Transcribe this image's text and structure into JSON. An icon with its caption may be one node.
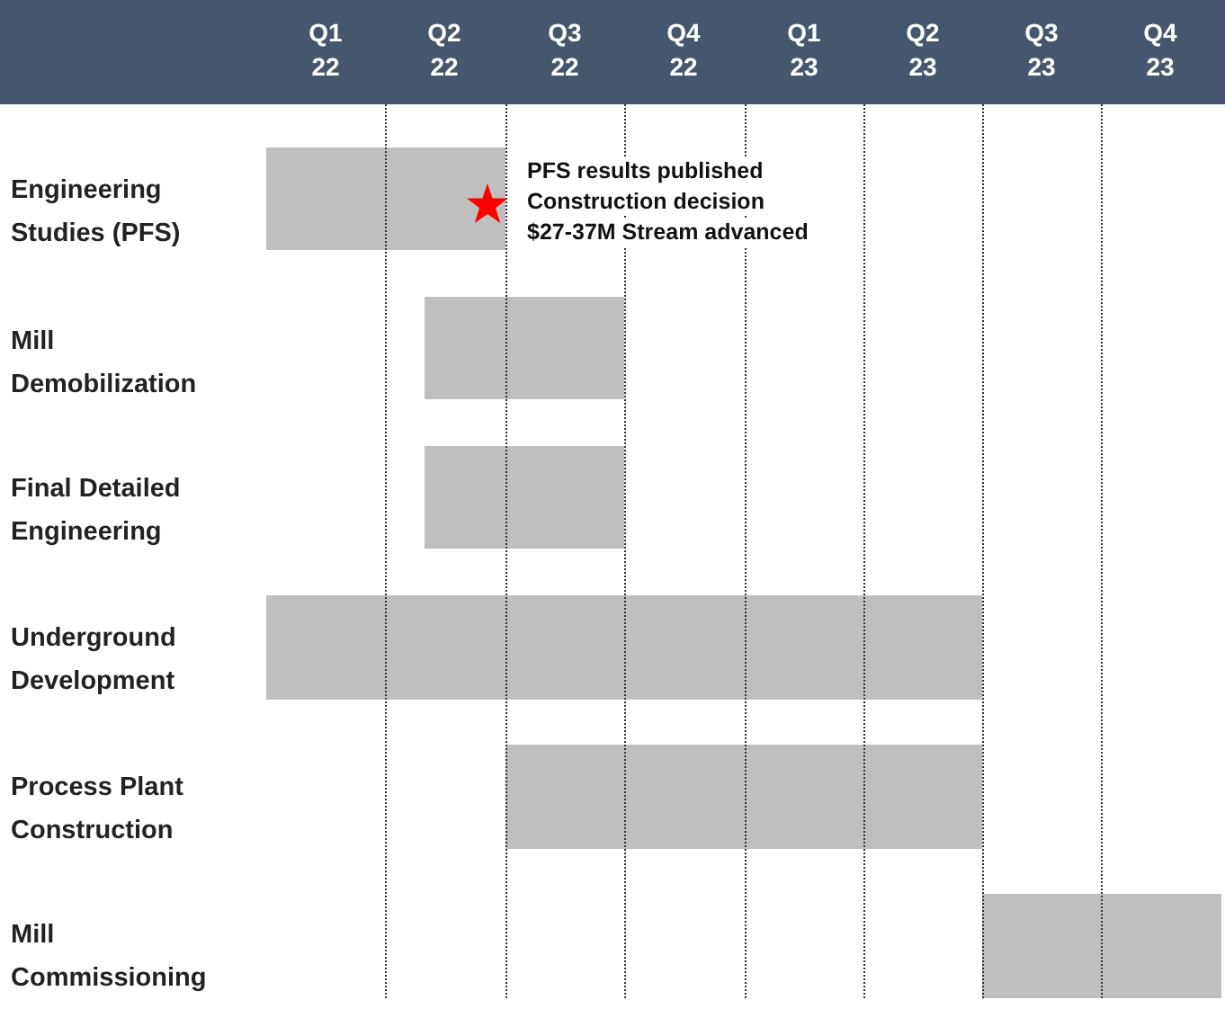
{
  "diagram": {
    "nodes": [
      {
        "text": [],
        "shape": "bar"
      },
      {
        "text": [],
        "shape": "bar"
      },
      {
        "text": [],
        "shape": "bar"
      },
      {
        "text": [],
        "shape": "bar"
      },
      {
        "text": [],
        "shape": "bar"
      },
      {
        "text": [],
        "shape": "bar"
      }
    ],
    "labels": [
      "Q1 22",
      "Q2 22",
      "Q3 22",
      "Q4 22",
      "Q1 23",
      "Q2 23",
      "Q3 23",
      "Q4 23",
      "Engineering Studies (PFS)",
      "PFS results published",
      "Construction decision",
      "$27-37M Stream advanced",
      "Mill Demobilization",
      "Final Detailed Engineering",
      "Underground Development",
      "Process Plant Construction",
      "Mill Commissioning"
    ]
  }
}
